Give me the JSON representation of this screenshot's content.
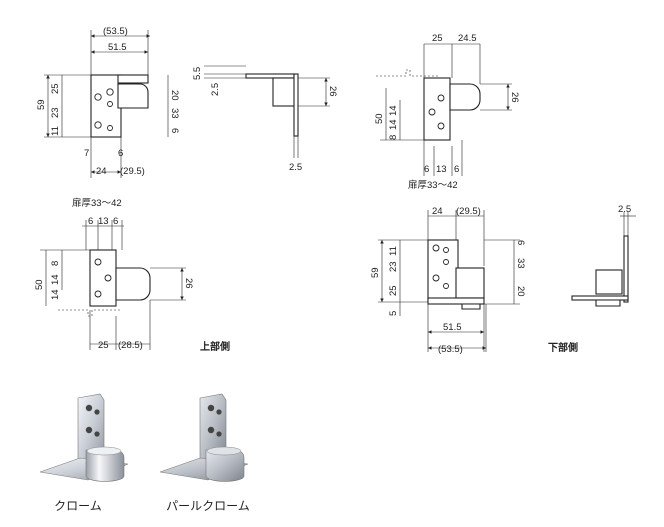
{
  "views": {
    "top_front": {
      "dims": {
        "overall_w": "(53.5)",
        "w": "51.5",
        "h_total": "59",
        "h_a": "25",
        "h_b": "23",
        "h_c": "11",
        "r_a": "20",
        "r_b": "33",
        "r_c": "6",
        "b_a": "7",
        "b_b": "6",
        "b_c": "24",
        "b_d": "(29.5)"
      }
    },
    "top_side": {
      "dims": {
        "t1": "5.5",
        "t2": "2.5",
        "h": "26",
        "thick": "2.5"
      }
    },
    "top_right": {
      "dims": {
        "w_a": "25",
        "w_b": "24.5",
        "h": "26",
        "v_total": "50",
        "v_a": "8",
        "v_b": "14",
        "v_c": "14",
        "b_a": "6",
        "b_b": "13",
        "b_c": "6"
      },
      "door_thickness": "扉厚33～42"
    },
    "upper_mount": {
      "door_thickness": "扉厚33～42",
      "dims": {
        "t_a": "6",
        "t_b": "13",
        "t_c": "6",
        "v_total": "50",
        "v_a": "14",
        "v_b": "14",
        "v_c": "8",
        "h": "26",
        "b_w": "25",
        "b_o": "(28.5)"
      },
      "caption": "上部側"
    },
    "lower_front": {
      "dims": {
        "t_a": "24",
        "t_b": "(29.5)",
        "v_total": "59",
        "v_a": "11",
        "v_b": "23",
        "v_c": "25",
        "v_d": "5",
        "r_a": "6",
        "r_b": "33",
        "r_c": "20",
        "w": "51.5",
        "overall_w": "(53.5)"
      },
      "caption": "下部側"
    },
    "lower_side": {
      "dims": {
        "thick": "2.5"
      }
    }
  },
  "finishes": [
    {
      "name": "クローム",
      "tone": "#c9ced6"
    },
    {
      "name": "パールクローム",
      "tone": "#b7bcc4"
    }
  ]
}
